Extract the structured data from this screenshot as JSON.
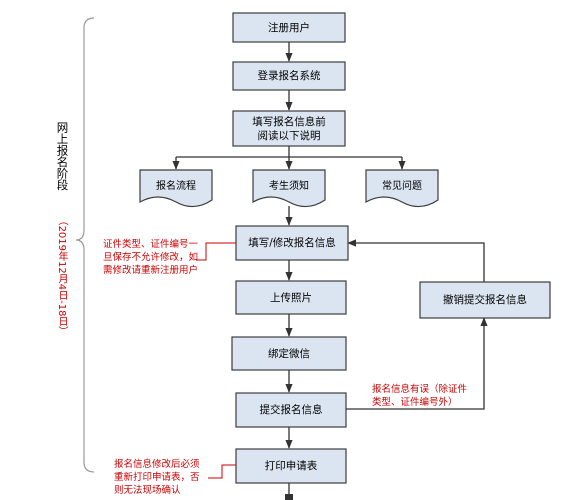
{
  "stage": {
    "title": "网上报名阶段",
    "date_range": "（2019年12月4日-18日）",
    "title_color": "#000000",
    "date_color": "#cc0000"
  },
  "steps": {
    "register": "注册用户",
    "login": "登录报名系统",
    "fill_line1": "填写报名信息前",
    "fill_line2": "阅读以下说明",
    "edit_info": "填写/修改报名信息",
    "upload_photo": "上传照片",
    "bind_wechat": "绑定微信",
    "submit": "提交报名信息",
    "print": "打印申请表",
    "cancel": "撤销提交报名信息"
  },
  "documents": {
    "process": "报名流程",
    "notice": "考生须知",
    "faq": "常见问题"
  },
  "notes": {
    "id_locked": [
      "证件类型、证件编号一",
      "旦保存不允许修改，如",
      "需修改请重新注册用户"
    ],
    "info_error": [
      "报名信息有误（除证件",
      "类型、证件编号外）"
    ],
    "reprint": [
      "报名信息修改后必须",
      "重新打印申请表，否",
      "则无法现场确认"
    ]
  },
  "colors": {
    "box_fill": "#dbe4f1",
    "box_stroke": "#3c3c3c",
    "note_text": "#cc0000",
    "note_line": "#cc0000",
    "arrow": "#333333",
    "brace": "#999999"
  }
}
